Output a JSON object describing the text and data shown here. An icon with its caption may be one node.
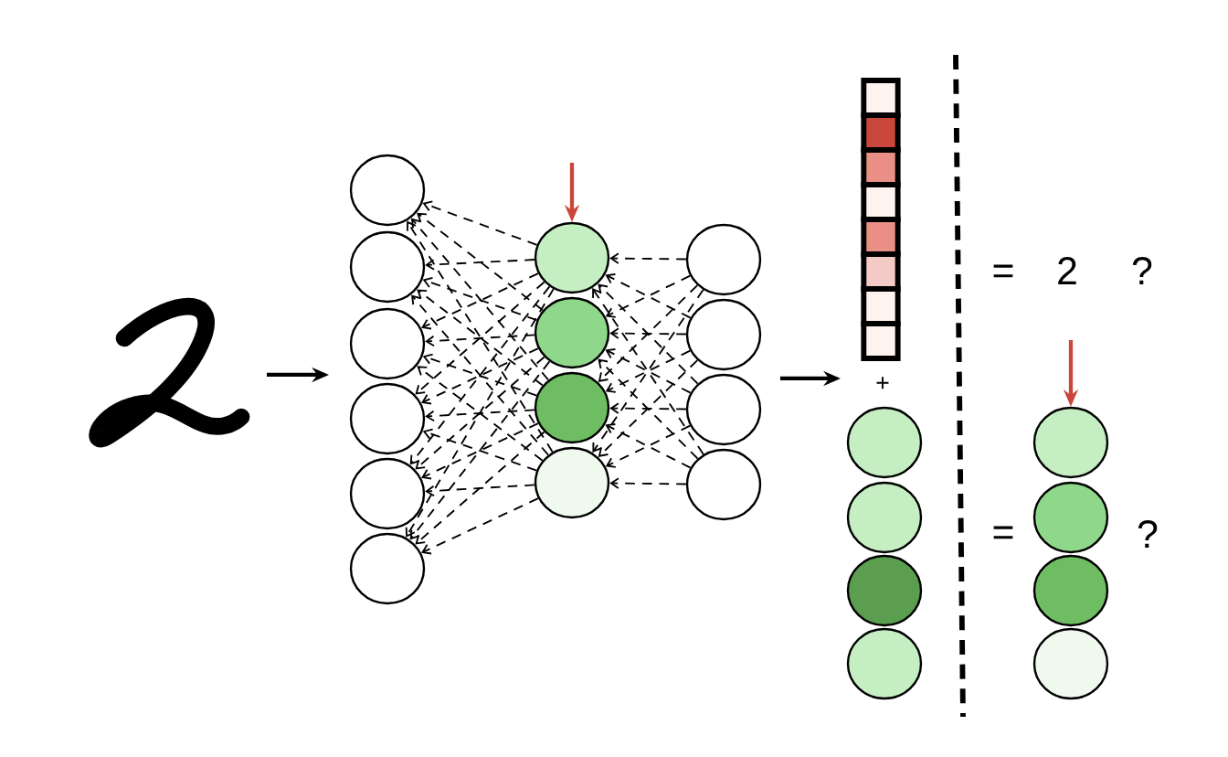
{
  "diagram": {
    "nodes": [
      {
        "text": [],
        "shape": "picture"
      },
      {
        "text": [],
        "shape": "circle"
      },
      {
        "text": [],
        "shape": "circle"
      },
      {
        "text": [],
        "shape": "circle"
      },
      {
        "text": [],
        "shape": "circle"
      },
      {
        "text": [],
        "shape": "circle"
      },
      {
        "text": [],
        "shape": "circle"
      },
      {
        "text": [],
        "shape": "circle"
      },
      {
        "text": [],
        "shape": "circle"
      },
      {
        "text": [],
        "shape": "circle"
      },
      {
        "text": [],
        "shape": "circle"
      },
      {
        "text": [],
        "shape": "circle"
      },
      {
        "text": [],
        "shape": "circle"
      },
      {
        "text": [],
        "shape": "circle"
      },
      {
        "text": [],
        "shape": "circle"
      },
      {
        "text": [],
        "shape": "box"
      },
      {
        "text": [],
        "shape": "box"
      },
      {
        "text": [],
        "shape": "box"
      },
      {
        "text": [],
        "shape": "box"
      },
      {
        "text": [],
        "shape": "box"
      },
      {
        "text": [],
        "shape": "box"
      },
      {
        "text": [],
        "shape": "box"
      },
      {
        "text": [],
        "shape": "box"
      },
      {
        "text": [],
        "shape": "circle"
      },
      {
        "text": [],
        "shape": "circle"
      },
      {
        "text": [],
        "shape": "circle"
      },
      {
        "text": [],
        "shape": "circle"
      },
      {
        "text": [],
        "shape": "circle"
      },
      {
        "text": [],
        "shape": "circle"
      },
      {
        "text": [],
        "shape": "circle"
      },
      {
        "text": [],
        "shape": "circle"
      }
    ],
    "edges": [
      {
        "from": 0,
        "to": null,
        "arrow": "to"
      },
      {
        "from": null,
        "to": 7,
        "arrow": "to",
        "color": "#c9463a"
      },
      {
        "from": null,
        "to": 27,
        "arrow": "to",
        "color": "#c9463a"
      },
      {
        "from": 7,
        "to": 1,
        "arrow": "to",
        "style": "dashed"
      },
      {
        "from": 7,
        "to": 2,
        "arrow": "to",
        "style": "dashed"
      },
      {
        "from": 7,
        "to": 3,
        "arrow": "to",
        "style": "dashed"
      },
      {
        "from": 7,
        "to": 4,
        "arrow": "to",
        "style": "dashed"
      },
      {
        "from": 7,
        "to": 5,
        "arrow": "to",
        "style": "dashed"
      },
      {
        "from": 7,
        "to": 6,
        "arrow": "to",
        "style": "dashed"
      },
      {
        "from": 8,
        "to": 1,
        "arrow": "to",
        "style": "dashed"
      },
      {
        "from": 8,
        "to": 2,
        "arrow": "to",
        "style": "dashed"
      },
      {
        "from": 8,
        "to": 3,
        "arrow": "to",
        "style": "dashed"
      },
      {
        "from": 8,
        "to": 4,
        "arrow": "to",
        "style": "dashed"
      },
      {
        "from": 8,
        "to": 5,
        "arrow": "to",
        "style": "dashed"
      },
      {
        "from": 8,
        "to": 6,
        "arrow": "to",
        "style": "dashed"
      },
      {
        "from": 9,
        "to": 1,
        "arrow": "to",
        "style": "dashed"
      },
      {
        "from": 9,
        "to": 2,
        "arrow": "to",
        "style": "dashed"
      },
      {
        "from": 9,
        "to": 3,
        "arrow": "to",
        "style": "dashed"
      },
      {
        "from": 9,
        "to": 4,
        "arrow": "to",
        "style": "dashed"
      },
      {
        "from": 9,
        "to": 5,
        "arrow": "to",
        "style": "dashed"
      },
      {
        "from": 9,
        "to": 6,
        "arrow": "to",
        "style": "dashed"
      },
      {
        "from": 10,
        "to": 1,
        "arrow": "to",
        "style": "dashed"
      },
      {
        "from": 10,
        "to": 2,
        "arrow": "to",
        "style": "dashed"
      },
      {
        "from": 10,
        "to": 3,
        "arrow": "to",
        "style": "dashed"
      },
      {
        "from": 10,
        "to": 4,
        "arrow": "to",
        "style": "dashed"
      },
      {
        "from": 10,
        "to": 5,
        "arrow": "to",
        "style": "dashed"
      },
      {
        "from": 10,
        "to": 6,
        "arrow": "to",
        "style": "dashed"
      },
      {
        "from": 11,
        "to": 7,
        "arrow": "to",
        "style": "dashed"
      },
      {
        "from": 11,
        "to": 8,
        "arrow": "to",
        "style": "dashed"
      },
      {
        "from": 11,
        "to": 9,
        "arrow": "to",
        "style": "dashed"
      },
      {
        "from": 11,
        "to": 10,
        "arrow": "to",
        "style": "dashed"
      },
      {
        "from": 12,
        "to": 7,
        "arrow": "to",
        "style": "dashed"
      },
      {
        "from": 12,
        "to": 8,
        "arrow": "to",
        "style": "dashed"
      },
      {
        "from": 12,
        "to": 9,
        "arrow": "to",
        "style": "dashed"
      },
      {
        "from": 12,
        "to": 10,
        "arrow": "to",
        "style": "dashed"
      },
      {
        "from": 13,
        "to": 7,
        "arrow": "to",
        "style": "dashed"
      },
      {
        "from": 13,
        "to": 8,
        "arrow": "to",
        "style": "dashed"
      },
      {
        "from": 13,
        "to": 9,
        "arrow": "to",
        "style": "dashed"
      },
      {
        "from": 13,
        "to": 10,
        "arrow": "to",
        "style": "dashed"
      },
      {
        "from": 14,
        "to": 7,
        "arrow": "to",
        "style": "dashed"
      },
      {
        "from": 14,
        "to": 8,
        "arrow": "to",
        "style": "dashed"
      },
      {
        "from": 14,
        "to": 9,
        "arrow": "to",
        "style": "dashed"
      },
      {
        "from": 14,
        "to": 10,
        "arrow": "to",
        "style": "dashed"
      }
    ],
    "labels": [
      "=",
      "2",
      "?",
      "+",
      "=",
      "?"
    ]
  }
}
